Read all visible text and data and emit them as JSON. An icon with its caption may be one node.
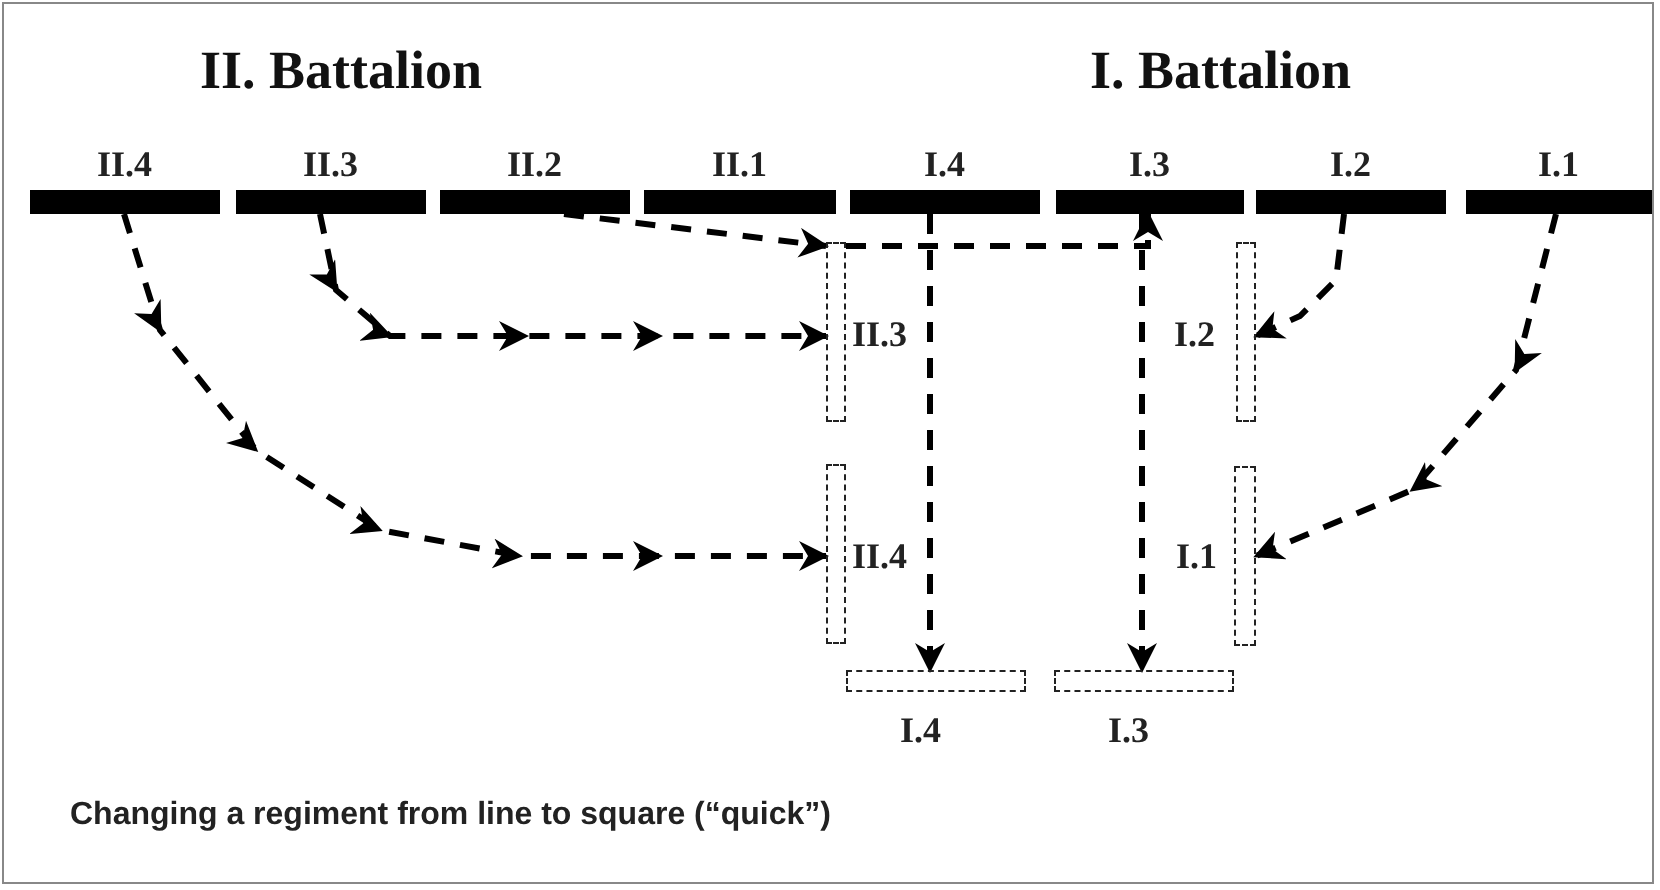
{
  "diagram": {
    "caption": "Changing a regiment from line to square (“quick”)",
    "nodes": [
      {
        "text": [
          "II.4"
        ]
      },
      {
        "text": [
          "II.3"
        ]
      },
      {
        "text": [
          "II.2"
        ]
      },
      {
        "text": [
          "II.1"
        ]
      },
      {
        "text": [
          "I.4"
        ]
      },
      {
        "text": [
          "I.3"
        ]
      },
      {
        "text": [
          "I.2"
        ]
      },
      {
        "text": [
          "I.1"
        ]
      },
      {
        "text": [],
        "shape": "box",
        "beside": [
          "II.3"
        ]
      },
      {
        "text": [],
        "shape": "box",
        "beside": [
          "I.2"
        ]
      },
      {
        "text": [],
        "shape": "box",
        "beside": [
          "II.4"
        ]
      },
      {
        "text": [],
        "shape": "box",
        "beside": [
          "I.1"
        ]
      },
      {
        "text": [],
        "shape": "box",
        "beside": [
          "I.4"
        ]
      },
      {
        "text": [],
        "shape": "box",
        "beside": [
          "I.3"
        ]
      }
    ],
    "edges": [
      {
        "from": 0,
        "to": 10,
        "arrow": "to",
        "style": "dashed"
      },
      {
        "from": 1,
        "to": 8,
        "arrow": "to",
        "style": "dashed"
      },
      {
        "from": 2,
        "to": 8,
        "arrow": "to",
        "style": "dashed"
      },
      {
        "from": 8,
        "to": 5,
        "arrow": "to",
        "style": "dashed"
      },
      {
        "from": 4,
        "to": 12,
        "arrow": "to",
        "style": "dashed"
      },
      {
        "from": 5,
        "to": 13,
        "arrow": "to",
        "style": "dashed"
      },
      {
        "from": 6,
        "to": 9,
        "arrow": "to",
        "style": "dashed"
      },
      {
        "from": 7,
        "to": 11,
        "arrow": "to",
        "style": "dashed"
      }
    ],
    "labels": [
      "II. Battalion",
      "I. Battalion"
    ]
  }
}
